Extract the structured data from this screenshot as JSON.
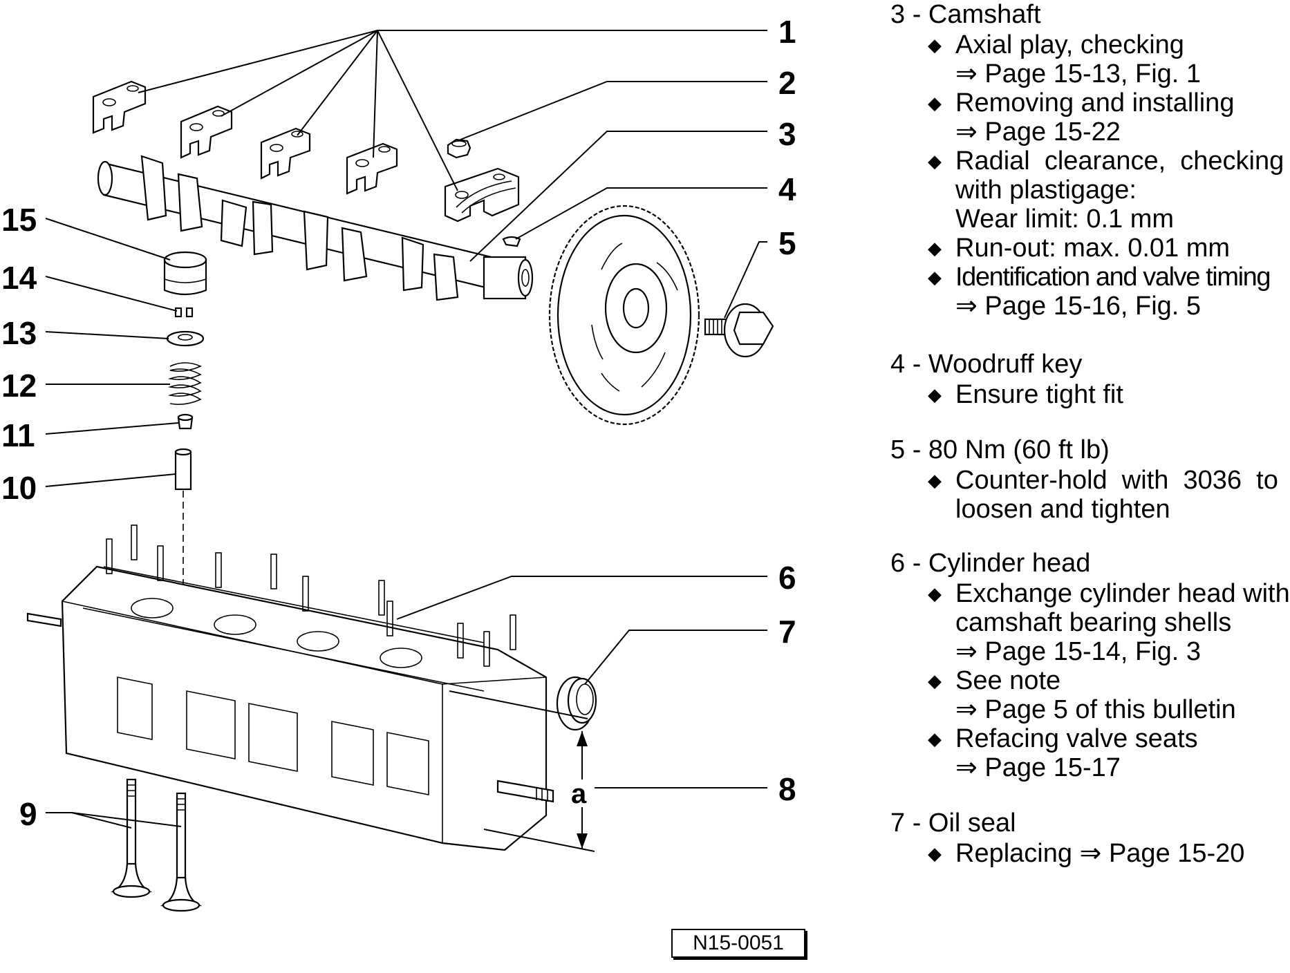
{
  "callouts": [
    {
      "id": "1",
      "label": "1"
    },
    {
      "id": "2",
      "label": "2"
    },
    {
      "id": "3",
      "label": "3"
    },
    {
      "id": "4",
      "label": "4"
    },
    {
      "id": "5",
      "label": "5"
    },
    {
      "id": "6",
      "label": "6"
    },
    {
      "id": "7",
      "label": "7"
    },
    {
      "id": "8",
      "label": "8"
    },
    {
      "id": "9",
      "label": "9"
    },
    {
      "id": "10",
      "label": "10"
    },
    {
      "id": "11",
      "label": "11"
    },
    {
      "id": "12",
      "label": "12"
    },
    {
      "id": "13",
      "label": "13"
    },
    {
      "id": "14",
      "label": "14"
    },
    {
      "id": "15",
      "label": "15"
    }
  ],
  "dimension_label": "a",
  "figure_id": "N15-0051",
  "legend": {
    "item3": {
      "title": "3 - Camshaft",
      "b1": "Axial play, checking",
      "b1_ref": "⇒ Page 15-13, Fig. 1",
      "b2": "Removing and installing",
      "b2_ref": "⇒ Page 15-22",
      "b3": "Radial  clearance,  checking",
      "b3_l2": "with plastigage:",
      "b3_l3": "Wear limit: 0.1 mm",
      "b4": "Run-out: max. 0.01 mm",
      "b5": "Identification and valve timing",
      "b5_ref": "⇒ Page 15-16, Fig. 5"
    },
    "item4": {
      "title": "4 - Woodruff key",
      "b1": "Ensure tight fit"
    },
    "item5": {
      "title": "5 - 80 Nm (60 ft lb)",
      "b1": "Counter-hold  with  3036  to",
      "b1_l2": "loosen and tighten"
    },
    "item6": {
      "title": "6 - Cylinder head",
      "b1": "Exchange cylinder head with",
      "b1_l2": "camshaft bearing shells",
      "b1_ref": "⇒ Page 15-14, Fig. 3",
      "b2": "See note",
      "b2_ref": "⇒ Page 5 of this bulletin",
      "b3": "Refacing valve seats",
      "b3_ref": "⇒ Page 15-17"
    },
    "item7": {
      "title": "7 - Oil seal",
      "b1": "Replacing ⇒ Page 15-20"
    },
    "bullet_glyph": "◆"
  }
}
